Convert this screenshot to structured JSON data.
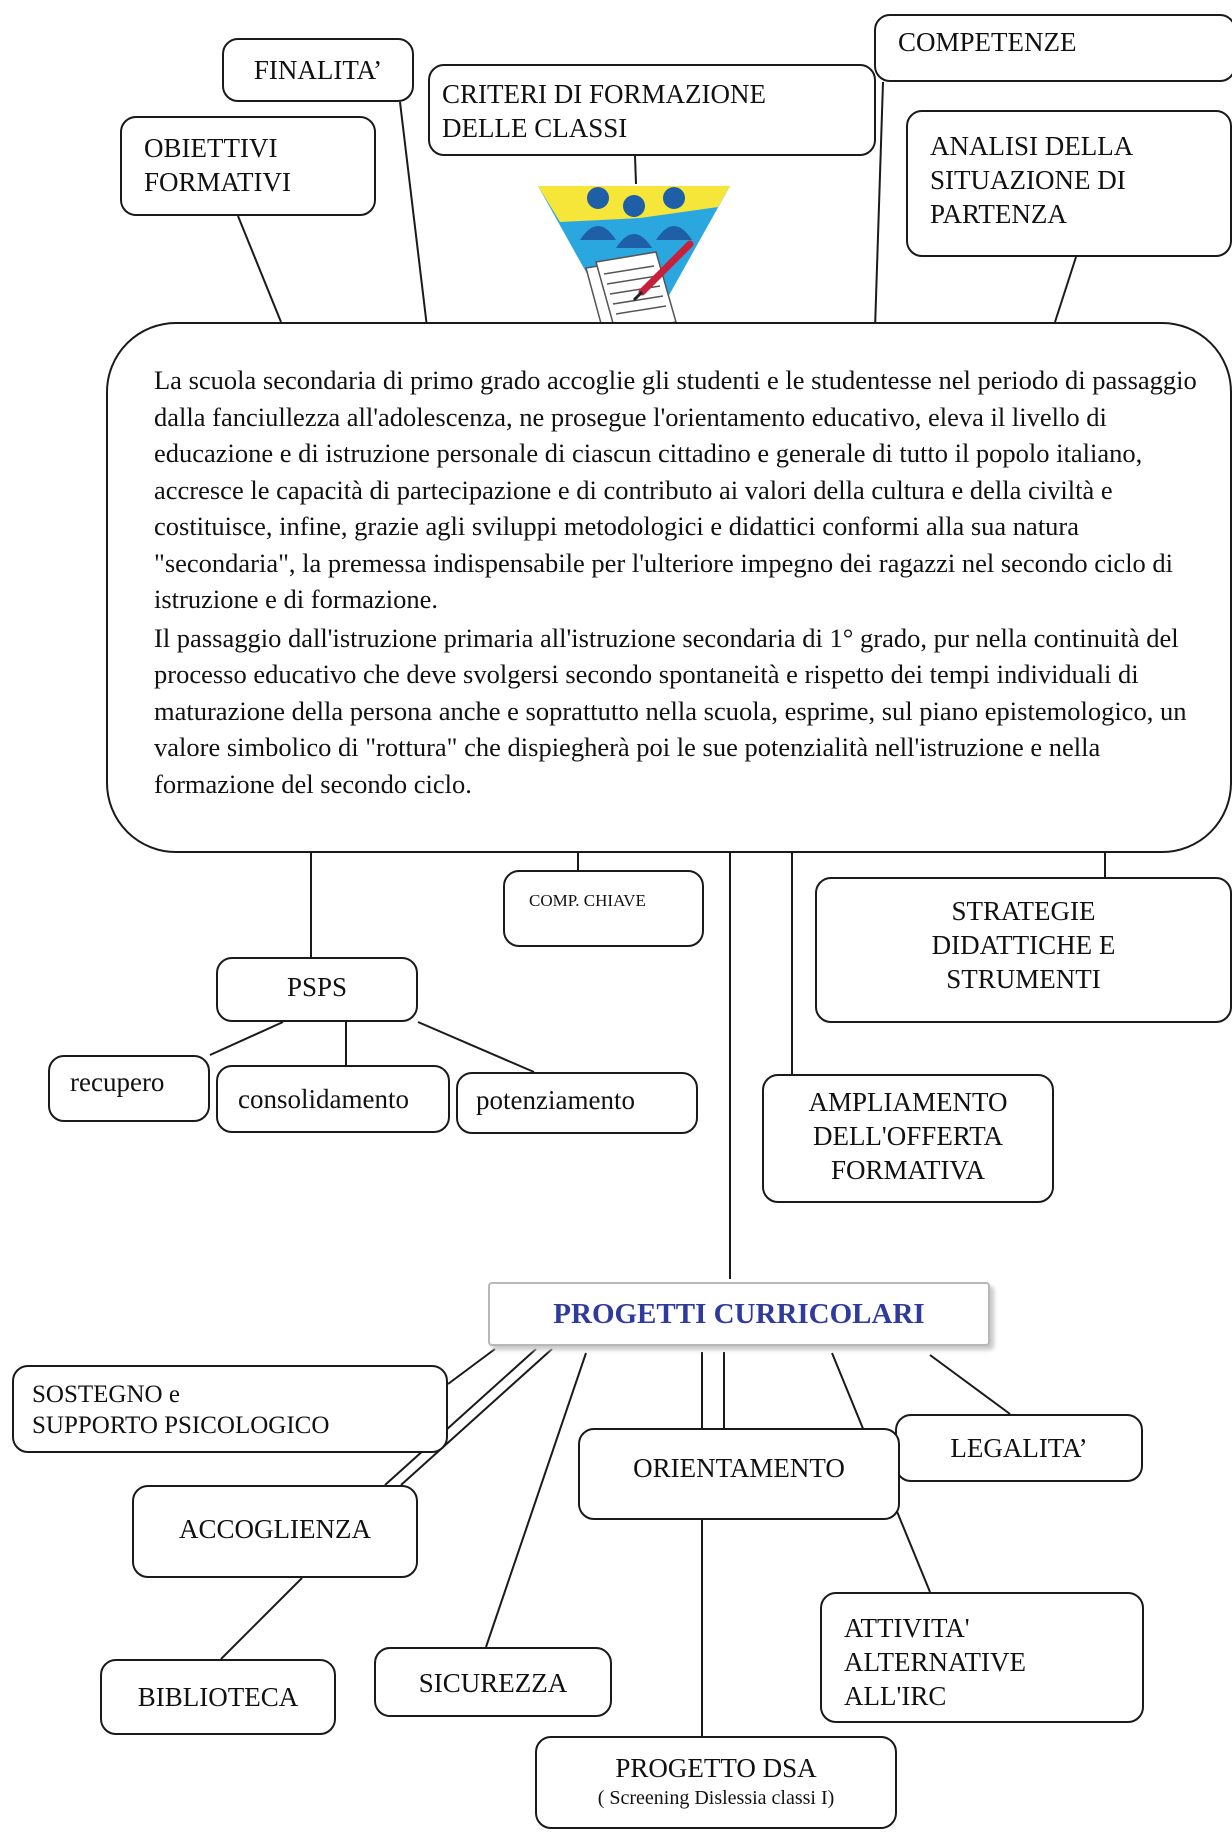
{
  "diagram": {
    "top_nodes": {
      "finalita": "FINALITA’",
      "competenze": "COMPETENZE",
      "criteri_line1": "CRITERI DI FORMAZIONE",
      "criteri_line2": "DELLE CLASSI",
      "obiettivi_line1": "OBIETTIVI",
      "obiettivi_line2": "FORMATIVI",
      "analisi_line1": "ANALISI DELLA",
      "analisi_line2": "SITUAZIONE DI",
      "analisi_line3": "PARTENZA"
    },
    "central": {
      "paragraph_1": "La scuola secondaria di primo grado accoglie gli studenti e le studentesse nel periodo di passaggio dalla fanciullezza all'adolescenza, ne prosegue l'orientamento educativo, eleva il livello di educazione e di istruzione personale di ciascun cittadino e generale di tutto il popolo italiano, accresce le capacità di partecipazione e di contributo ai valori della cultura e della civiltà e costituisce, infine, grazie agli sviluppi metodologici e didattici conformi alla sua natura \"secondaria\", la premessa indispensabile per l'ulteriore impegno dei ragazzi nel secondo ciclo di istruzione e di formazione.",
      "paragraph_2": "Il passaggio dall'istruzione primaria all'istruzione secondaria di 1° grado, pur nella continuità del processo educativo che deve svolgersi secondo spontaneità e rispetto dei tempi individuali di maturazione della persona anche e soprattutto nella scuola, esprime, sul piano epistemologico, un valore simbolico di \"rottura\" che dispiegherà poi le sue potenzialità nell'istruzione e nella formazione del secondo ciclo."
    },
    "middle_nodes": {
      "comp_chiave": "COMP. CHIAVE",
      "strategie_line1": "STRATEGIE",
      "strategie_line2": "DIDATTICHE E",
      "strategie_line3": "STRUMENTI",
      "psps": "PSPS",
      "recupero": "recupero",
      "consolidamento": "consolidamento",
      "potenziamento": "potenziamento",
      "ampliamento_line1": "AMPLIAMENTO",
      "ampliamento_line2": "DELL'OFFERTA",
      "ampliamento_line3": "FORMATIVA"
    },
    "progetti": {
      "title": "PROGETTI CURRICOLARI",
      "sostegno_line1": "SOSTEGNO e",
      "sostegno_line2": "SUPPORTO PSICOLOGICO",
      "legalita": "LEGALITA’",
      "orientamento": "ORIENTAMENTO",
      "accoglienza": "ACCOGLIENZA",
      "attivita_line1": "ATTIVITA'",
      "attivita_line2": "ALTERNATIVE",
      "attivita_line3": "ALL'IRC",
      "sicurezza": "SICUREZZA",
      "biblioteca": "BIBLIOTECA",
      "dsa_line1": "PROGETTO DSA",
      "dsa_line2": "( Screening Dislessia classi I)"
    },
    "colors": {
      "stroke": "#1a1a1a",
      "progetti_text": "#2f3b9c",
      "logo_yellow": "#f6e63a",
      "logo_blue": "#2aa7df"
    },
    "icons": {
      "logo": "students-with-pen-and-paper-icon"
    }
  }
}
